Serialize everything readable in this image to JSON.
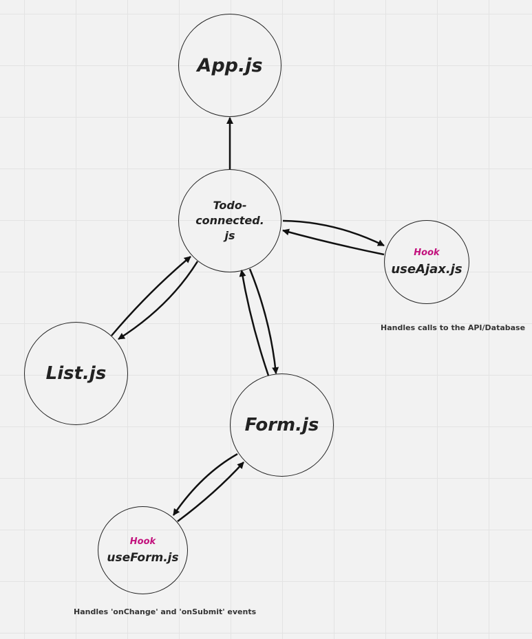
{
  "nodes": {
    "app": {
      "label": "App.js"
    },
    "todo": {
      "label": "Todo-\nconnected.\njs"
    },
    "ajax": {
      "tag": "Hook",
      "label": "useAjax.js"
    },
    "list": {
      "label": "List.js"
    },
    "form": {
      "label": "Form.js"
    },
    "useform": {
      "tag": "Hook",
      "label": "useForm.js"
    }
  },
  "notes": {
    "ajax": "Handles calls to the API/Database",
    "useform": "Handles 'onChange' and 'onSubmit' events"
  },
  "colors": {
    "hook_tag": "#c2127d",
    "ink": "#222222",
    "background": "#f2f2f2",
    "grid": "#e3e3e3"
  }
}
